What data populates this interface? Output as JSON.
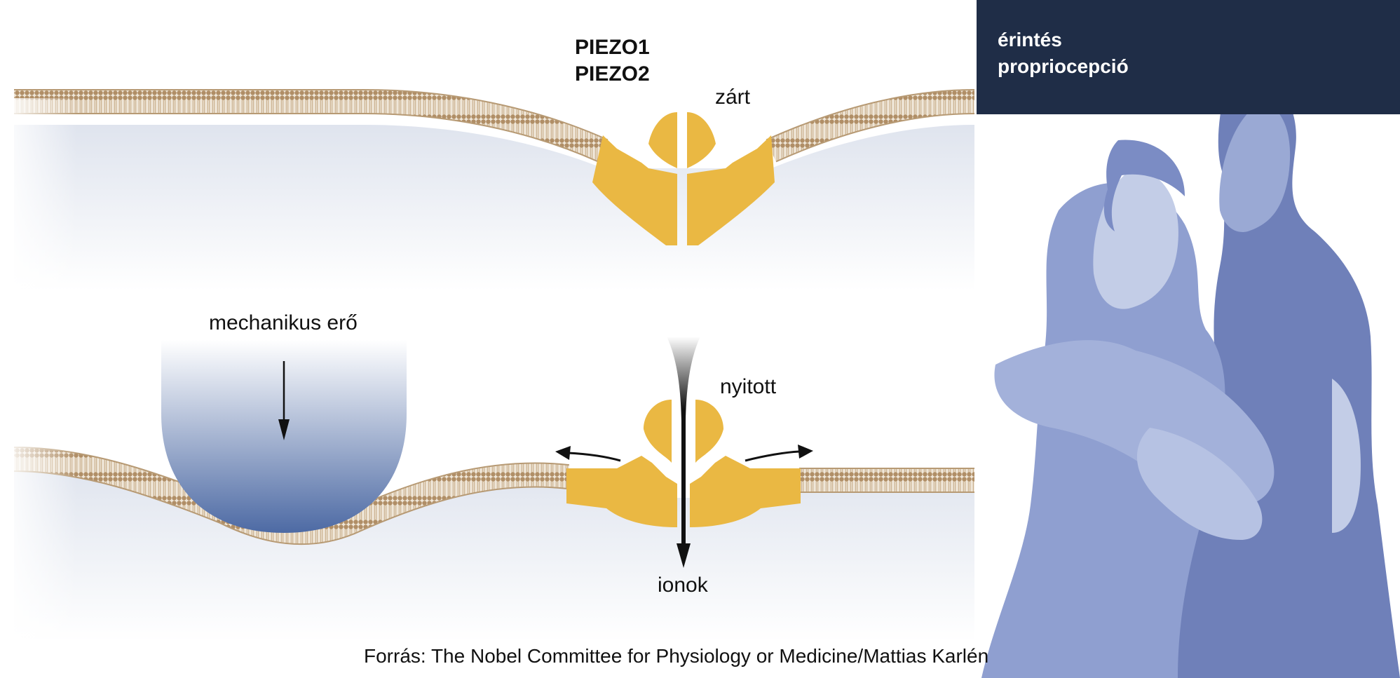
{
  "colors": {
    "membrane": "#b79a74",
    "channel": "#eab843",
    "cell_fill": "#e8ecf3",
    "banner_bg": "#1f2d47",
    "silhouette_light": "#c3cde7",
    "silhouette_mid": "#9aa9d4",
    "silhouette_dark": "#6f80b9",
    "force_object": "#4d6aa4"
  },
  "labels": {
    "channel_names": [
      "PIEZO1",
      "PIEZO2"
    ],
    "closed_state": "zárt",
    "open_state": "nyitott",
    "force": "mechanikus erő",
    "ions": "ionok"
  },
  "panel": {
    "lines": [
      "érintés",
      "propriocepció"
    ]
  },
  "source": "Forrás: The Nobel Committee for Physiology or Medicine/Mattias Karlén",
  "icons": {
    "force_arrow": "arrow-down-icon",
    "expand_left": "arrow-left-icon",
    "expand_right": "arrow-right-icon",
    "ion_flow": "arrow-down-icon",
    "people": "hugging-people-silhouette"
  }
}
